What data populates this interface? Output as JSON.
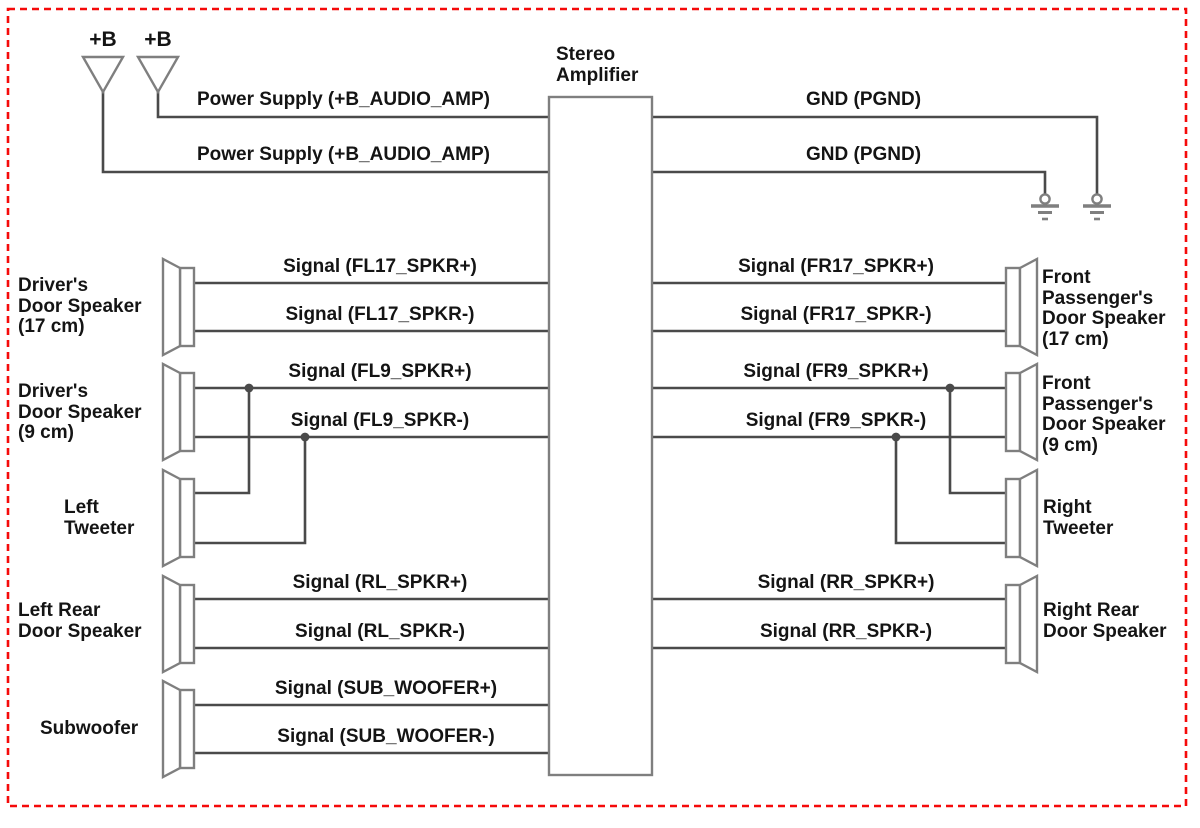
{
  "title": "Stereo\nAmplifier",
  "power": {
    "battery_symbols": [
      "+B",
      "+B"
    ],
    "supply_lines": [
      "Power Supply (+B_AUDIO_AMP)",
      "Power Supply (+B_AUDIO_AMP)"
    ],
    "ground_lines": [
      "GND (PGND)",
      "GND (PGND)"
    ]
  },
  "left_channel": {
    "speakers": [
      {
        "name": "Driver's\nDoor Speaker\n(17 cm)",
        "signals": [
          "Signal (FL17_SPKR+)",
          "Signal (FL17_SPKR-)"
        ]
      },
      {
        "name": "Driver's\nDoor Speaker\n(9 cm)",
        "signals": [
          "Signal (FL9_SPKR+)",
          "Signal (FL9_SPKR-)"
        ]
      },
      {
        "name": "Left\nTweeter",
        "signals": []
      },
      {
        "name": "Left Rear\nDoor Speaker",
        "signals": [
          "Signal (RL_SPKR+)",
          "Signal (RL_SPKR-)"
        ]
      },
      {
        "name": "Subwoofer",
        "signals": [
          "Signal (SUB_WOOFER+)",
          "Signal (SUB_WOOFER-)"
        ]
      }
    ]
  },
  "right_channel": {
    "speakers": [
      {
        "name": "Front\nPassenger's\nDoor Speaker\n(17 cm)",
        "signals": [
          "Signal (FR17_SPKR+)",
          "Signal (FR17_SPKR-)"
        ]
      },
      {
        "name": "Front\nPassenger's\nDoor Speaker\n(9 cm)",
        "signals": [
          "Signal (FR9_SPKR+)",
          "Signal (FR9_SPKR-)"
        ]
      },
      {
        "name": "Right\nTweeter",
        "signals": []
      },
      {
        "name": "Right Rear\nDoor Speaker",
        "signals": [
          "Signal (RR_SPKR+)",
          "Signal (RR_SPKR-)"
        ]
      }
    ]
  },
  "colors": {
    "wire": "#4a4a4a",
    "outline": "#7f7f7f",
    "text": "#141414",
    "border": "#f50a0a",
    "background": "#ffffff"
  }
}
